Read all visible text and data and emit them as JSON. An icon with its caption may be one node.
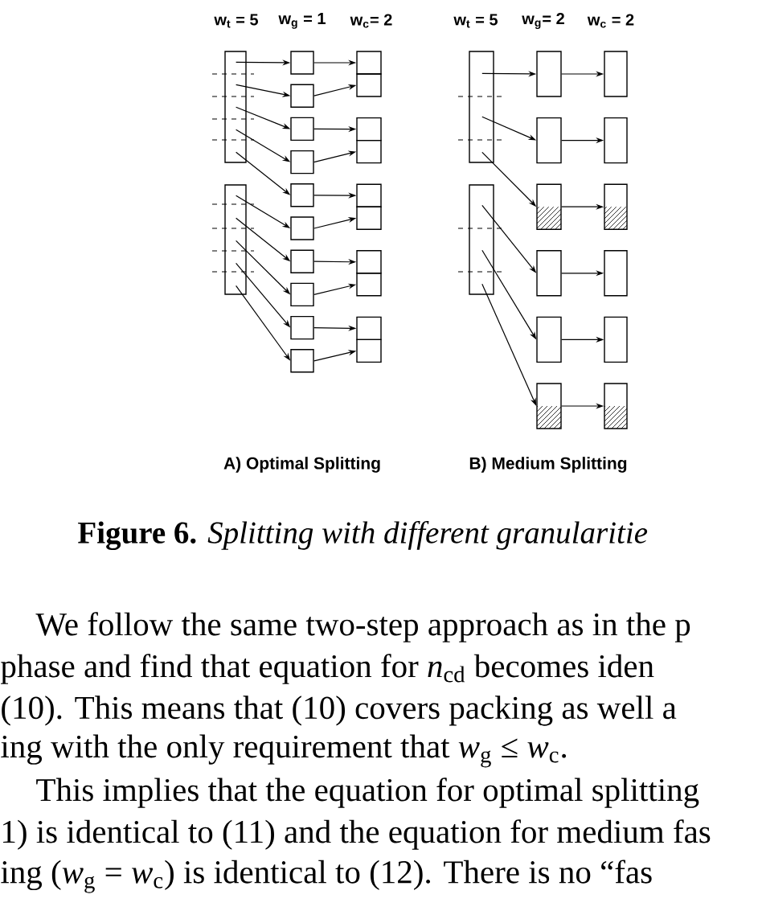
{
  "diagram": {
    "caption": "**Figure 6.** *Splitting with different granularitie*",
    "nodes": [
      {
        "text": [],
        "shape": "box"
      },
      {
        "text": [],
        "shape": "box"
      },
      {
        "text": [],
        "shape": "box"
      },
      {
        "text": [],
        "shape": "box"
      },
      {
        "text": [],
        "shape": "box"
      },
      {
        "text": [],
        "shape": "box"
      },
      {
        "text": [],
        "shape": "box"
      },
      {
        "text": [],
        "shape": "box"
      },
      {
        "text": [],
        "shape": "box"
      },
      {
        "text": [],
        "shape": "box"
      },
      {
        "text": [],
        "shape": "box"
      },
      {
        "text": [],
        "shape": "box"
      },
      {
        "text": [],
        "shape": "box"
      },
      {
        "text": [],
        "shape": "box"
      },
      {
        "text": [],
        "shape": "box"
      },
      {
        "text": [],
        "shape": "box"
      },
      {
        "text": [],
        "shape": "box"
      },
      {
        "text": [],
        "shape": "box"
      },
      {
        "text": [],
        "shape": "box"
      },
      {
        "text": [],
        "shape": "box"
      },
      {
        "text": [],
        "shape": "box"
      },
      {
        "text": [],
        "shape": "box"
      },
      {
        "text": [],
        "shape": "box"
      },
      {
        "text": [],
        "shape": "box"
      },
      {
        "text": [],
        "shape": "box"
      },
      {
        "text": [],
        "shape": "box"
      },
      {
        "text": [],
        "shape": "box"
      },
      {
        "text": [],
        "shape": "box"
      },
      {
        "text": [],
        "shape": "box"
      },
      {
        "text": [],
        "shape": "box"
      },
      {
        "text": [],
        "shape": "box"
      },
      {
        "text": [],
        "shape": "box"
      },
      {
        "text": [],
        "shape": "box"
      },
      {
        "text": [],
        "shape": "box"
      },
      {
        "text": [],
        "shape": "box"
      },
      {
        "text": [],
        "shape": "box"
      }
    ],
    "edges": [
      {
        "from": 0,
        "to": 2,
        "arrow": "to"
      },
      {
        "from": 0,
        "to": 3,
        "arrow": "to"
      },
      {
        "from": 0,
        "to": 4,
        "arrow": "to"
      },
      {
        "from": 0,
        "to": 5,
        "arrow": "to"
      },
      {
        "from": 0,
        "to": 6,
        "arrow": "to"
      },
      {
        "from": 1,
        "to": 7,
        "arrow": "to"
      },
      {
        "from": 1,
        "to": 8,
        "arrow": "to"
      },
      {
        "from": 1,
        "to": 9,
        "arrow": "to"
      },
      {
        "from": 1,
        "to": 10,
        "arrow": "to"
      },
      {
        "from": 1,
        "to": 11,
        "arrow": "to"
      },
      {
        "from": 2,
        "to": 12,
        "arrow": "to"
      },
      {
        "from": 3,
        "to": 13,
        "arrow": "to"
      },
      {
        "from": 4,
        "to": 14,
        "arrow": "to"
      },
      {
        "from": 5,
        "to": 15,
        "arrow": "to"
      },
      {
        "from": 6,
        "to": 16,
        "arrow": "to"
      },
      {
        "from": 7,
        "to": 17,
        "arrow": "to"
      },
      {
        "from": 8,
        "to": 18,
        "arrow": "to"
      },
      {
        "from": 9,
        "to": 19,
        "arrow": "to"
      },
      {
        "from": 10,
        "to": 20,
        "arrow": "to"
      },
      {
        "from": 11,
        "to": 21,
        "arrow": "to"
      },
      {
        "from": 22,
        "to": 24,
        "arrow": "to"
      },
      {
        "from": 22,
        "to": 25,
        "arrow": "to"
      },
      {
        "from": 22,
        "to": 26,
        "arrow": "to"
      },
      {
        "from": 23,
        "to": 27,
        "arrow": "to"
      },
      {
        "from": 23,
        "to": 28,
        "arrow": "to"
      },
      {
        "from": 23,
        "to": 29,
        "arrow": "to"
      },
      {
        "from": 24,
        "to": 30,
        "arrow": "to"
      },
      {
        "from": 25,
        "to": 31,
        "arrow": "to"
      },
      {
        "from": 26,
        "to": 32,
        "arrow": "to"
      },
      {
        "from": 27,
        "to": 33,
        "arrow": "to"
      },
      {
        "from": 28,
        "to": 34,
        "arrow": "to"
      },
      {
        "from": 29,
        "to": 35,
        "arrow": "to"
      }
    ],
    "labels": [
      "w$_{t}$ = 5",
      "w$_{g}$ = 1",
      "w$_{c}$= 2",
      "w$_{t}$ = 5",
      "w$_{g}$= 2",
      "w$_{c}$ = 2",
      "A) Optimal Splitting",
      "B) Medium Splitting",
      "We follow the same two-step approach as in the p",
      "phase and find that equation for *n*$_{cd}$ becomes iden",
      "(10). This means that (10) covers packing as well a",
      "ing with the only requirement that *w*$_{g}$ ≤ *w*$_{c}$.",
      "This implies that the equation for optimal splitting",
      "1) is identical to (11) and the equation for medium fas",
      "ing (*w*$_{g}$ = *w*$_{c}$) is identical to (12). There is no “fas"
    ]
  }
}
